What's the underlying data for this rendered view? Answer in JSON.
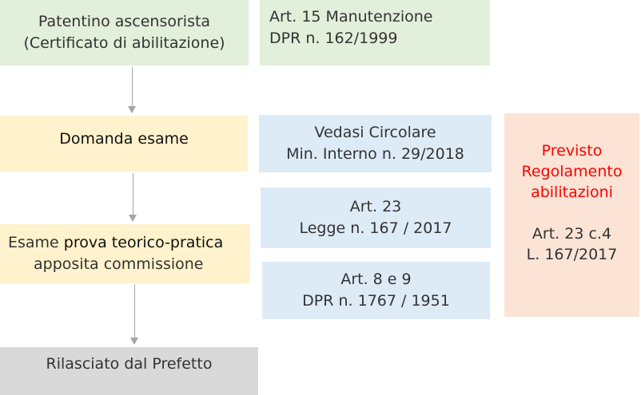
{
  "flow": {
    "step1": {
      "line1": "Patentino ascensorista",
      "line2": "(Certificato di abilitazione)"
    },
    "step2": {
      "line1": "Domanda esame"
    },
    "step3": {
      "line1_part1": "Esame ",
      "line1_part2": "prova teorico-pratica",
      "line2": "apposita commissione"
    },
    "step4": {
      "line1": "Rilasciato dal Prefetto"
    }
  },
  "references": {
    "ref1": {
      "line1": "Art. 15 Manutenzione",
      "line2": "DPR n. 162/1999"
    },
    "ref2": {
      "line1": "Vedasi Circolare",
      "line2": "Min. Interno n. 29/2018"
    },
    "ref3": {
      "line1": "Art. 23",
      "line2": "Legge n. 167 / 2017"
    },
    "ref4": {
      "line1": "Art. 8 e 9",
      "line2": "DPR n. 1767 / 1951"
    }
  },
  "note": {
    "red_line1": "Previsto",
    "red_line2": "Regolamento",
    "red_line3": "abilitazioni",
    "line4": "Art. 23 c.4",
    "line5": "L. 167/2017"
  },
  "colors": {
    "green": "#e2efda",
    "yellow": "#fff2cc",
    "blue": "#ddebf7",
    "peach": "#fbe4d5",
    "gray": "#d9d9d9",
    "red_text": "#ff0000",
    "arrow": "#a6a6a6"
  }
}
